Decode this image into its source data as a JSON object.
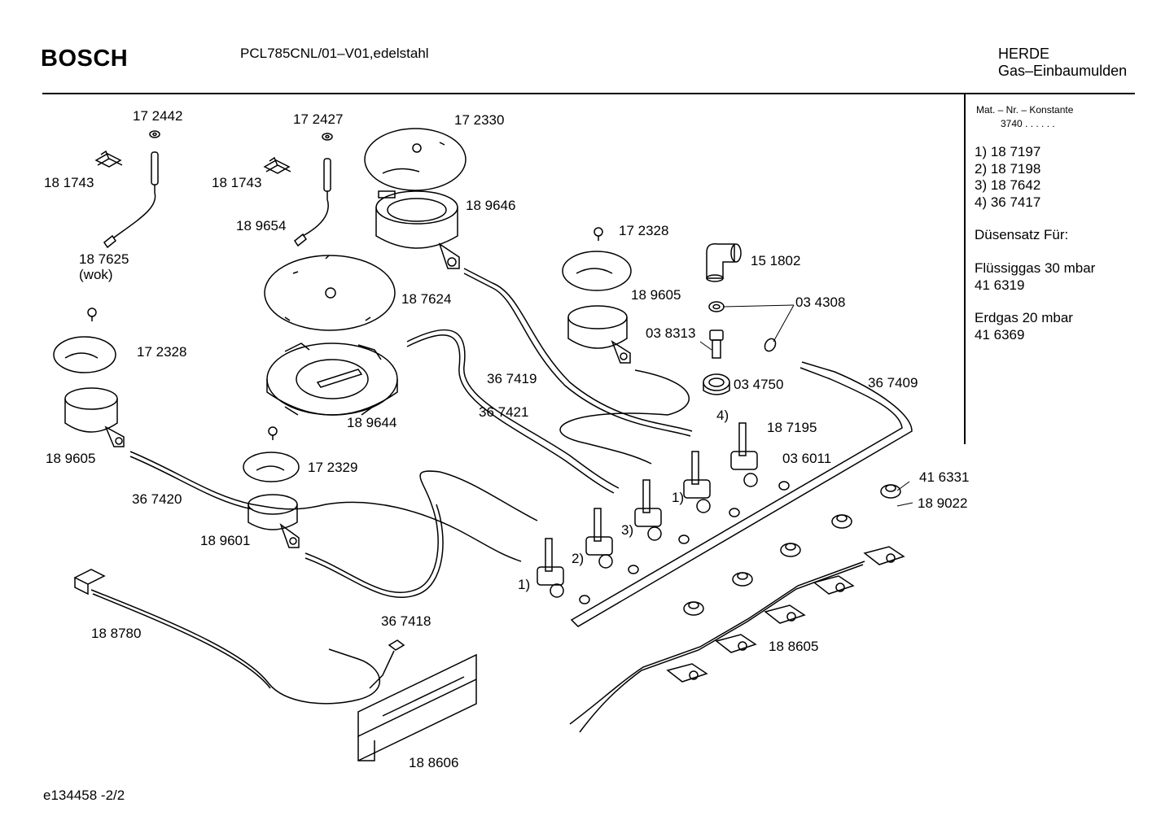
{
  "header": {
    "brand": "BOSCH",
    "model": "PCL785CNL/01–V01,edelstahl",
    "category_line1": "HERDE",
    "category_line2": "Gas–Einbaumulden"
  },
  "sidebar": {
    "mat_label": "Mat. – Nr. – Konstante",
    "mat_value": "3740  .  .   .  .  .  .",
    "variants": [
      "1)  18 7197",
      "2)  18 7198",
      "3)  18 7642",
      "4)  36 7417"
    ],
    "nozzle_title": "Düsensatz Für:",
    "lpg_label": "Flüssiggas 30 mbar",
    "lpg_number": "41 6319",
    "ng_label": "Erdgas 20 mbar",
    "ng_number": "41 6369"
  },
  "footer": {
    "code": "e134458  -2/2"
  },
  "parts": {
    "p172442": "17 2442",
    "p181743a": "18 1743",
    "p187625": "18 7625",
    "wok": "(wok)",
    "p172427": "17 2427",
    "p181743b": "18 1743",
    "p189654": "18 9654",
    "p172330": "17 2330",
    "p189646": "18 9646",
    "p187624": "18 7624",
    "p172328a": "17 2328",
    "p172328b": "17 2328",
    "p189605a": "18 9605",
    "p189605b": "18 9605",
    "p151802": "15 1802",
    "p034308": "03 4308",
    "p038313": "03 8313",
    "p034750": "03 4750",
    "p367419": "36 7419",
    "p367409": "36 7409",
    "p189644": "18 9644",
    "p367421": "36 7421",
    "p187195": "18 7195",
    "p036011": "03 6011",
    "p172329": "17 2329",
    "p367420": "36 7420",
    "p189601": "18 9601",
    "p416331": "41 6331",
    "p189022": "18 9022",
    "p367418": "36 7418",
    "p188780": "18 8780",
    "p188605": "18 8605",
    "p188606": "18 8606",
    "m4": "4)",
    "m1a": "1)",
    "m3": "3)",
    "m2": "2)",
    "m1b": "1)"
  }
}
